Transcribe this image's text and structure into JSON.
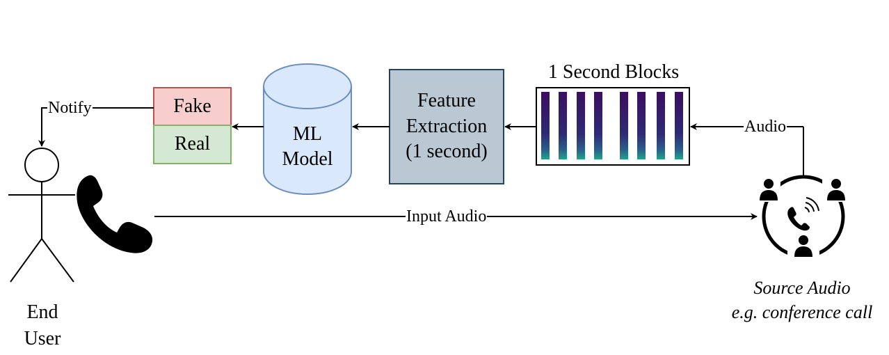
{
  "colors": {
    "fake_fill": "#f8cecc",
    "fake_stroke": "#b85450",
    "real_fill": "#d5e8d4",
    "real_stroke": "#82b366",
    "model_fill": "#dae8fc",
    "model_stroke": "#6c8ebf",
    "feature_fill": "#bac8d3",
    "feature_stroke": "#23445d",
    "spectrogram_top": "#3b0f5f",
    "spectrogram_bottom": "#21a38a"
  },
  "icons": {
    "end_user": "stick-figure-icon",
    "phone": "phone-handset-icon",
    "source": "conference-call-icon"
  },
  "labels": {
    "blocks_title": "1 Second Blocks",
    "fake": "Fake",
    "real": "Real",
    "ml_model_line1": "ML",
    "ml_model_line2": "Model",
    "feature_line1": "Feature",
    "feature_line2": "Extraction",
    "feature_line3": "(1 second)",
    "notify": "Notify",
    "audio": "Audio",
    "input_audio": "Input Audio",
    "end_user_line1": "End",
    "end_user_line2": "User",
    "source_line1": "Source Audio",
    "source_line2": "e.g. conference call"
  }
}
